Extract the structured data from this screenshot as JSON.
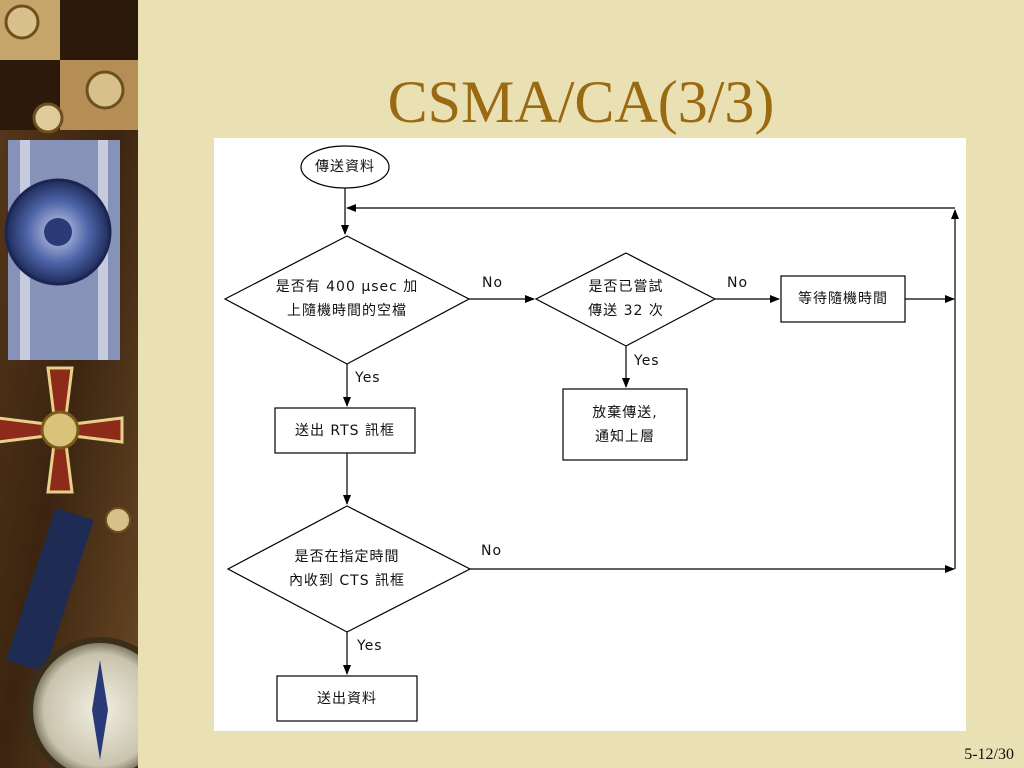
{
  "slide": {
    "title": "CSMA/CA(3/3)",
    "page_number": "5-12/30"
  },
  "flowchart": {
    "nodes": {
      "start": "傳送資料",
      "check_idle": "是否有 400 μsec 加\n上隨機時間的空檔",
      "check_retries": "是否已嘗試\n傳送 32 次",
      "wait_random": "等待隨機時間",
      "send_rts": "送出 RTS 訊框",
      "give_up": "放棄傳送,\n通知上層",
      "check_cts": "是否在指定時間\n內收到 CTS 訊框",
      "send_data": "送出資料"
    },
    "edges": {
      "idle_no": "No",
      "idle_yes": "Yes",
      "retries_no": "No",
      "retries_yes": "Yes",
      "cts_no": "No",
      "cts_yes": "Yes"
    }
  }
}
